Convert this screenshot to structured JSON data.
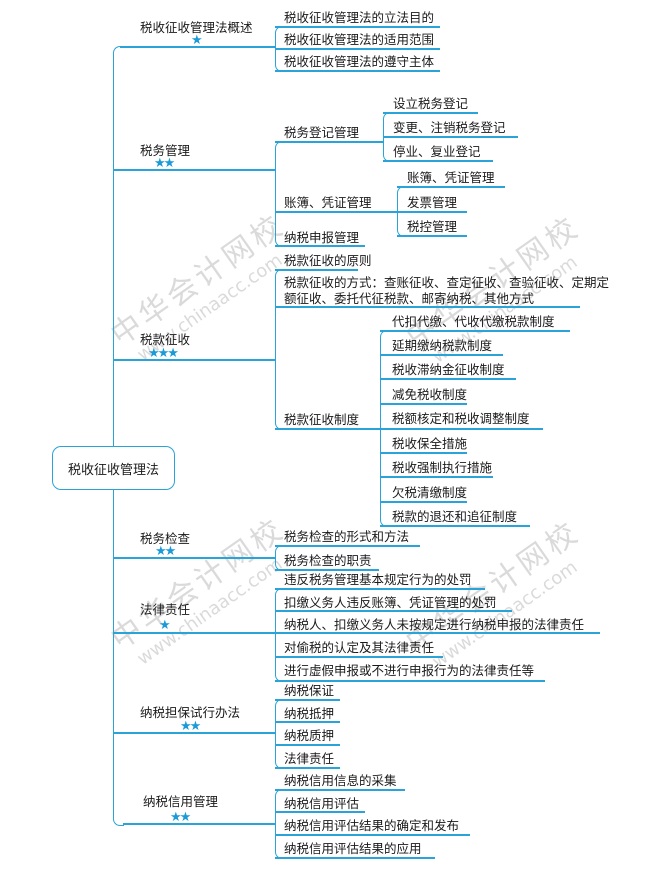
{
  "root": "税收征收管理法",
  "colors": {
    "line": "#2aa4d8",
    "star": "#1a9ad6"
  },
  "watermark": {
    "cn": "中华会计网校",
    "url": "www.chinaacc.com"
  },
  "branches": [
    {
      "label": "税收征收管理法概述",
      "stars": "★",
      "children": [
        "税收征收管理法的立法目的",
        "税收征收管理法的适用范围",
        "税收征收管理法的遵守主体"
      ]
    },
    {
      "label": "税务管理",
      "stars": "★★",
      "children": [
        {
          "label": "税务登记管理",
          "children": [
            "设立税务登记",
            "变更、注销税务登记",
            "停业、复业登记"
          ]
        },
        {
          "label": "账簿、凭证管理",
          "children": [
            "账簿、凭证管理",
            "发票管理",
            "税控管理"
          ]
        },
        {
          "label": "纳税申报管理"
        }
      ]
    },
    {
      "label": "税款征收",
      "stars": "★★★",
      "children": [
        {
          "label": "税款征收的原则"
        },
        {
          "label": "税款征收的方式：查账征收、查定征收、查验征收、定期定",
          "label2": "额征收、委托代征税款、邮寄纳税、其他方式"
        },
        {
          "label": "税款征收制度",
          "children": [
            "代扣代缴、代收代缴税款制度",
            "延期缴纳税款制度",
            "税收滞纳金征收制度",
            "减免税收制度",
            "税额核定和税收调整制度",
            "税收保全措施",
            "税收强制执行措施",
            "欠税清缴制度",
            "税款的退还和追征制度"
          ]
        }
      ]
    },
    {
      "label": "税务检查",
      "stars": "★★",
      "children": [
        "税务检查的形式和方法",
        "税务检查的职责"
      ]
    },
    {
      "label": "法律责任",
      "stars": "★",
      "children": [
        "违反税务管理基本规定行为的处罚",
        "扣缴义务人违反账簿、凭证管理的处罚",
        "纳税人、扣缴义务人未按规定进行纳税申报的法律责任",
        "对偷税的认定及其法律责任",
        "进行虚假申报或不进行申报行为的法律责任等"
      ]
    },
    {
      "label": "纳税担保试行办法",
      "stars": "★★",
      "children": [
        "纳税保证",
        "纳税抵押",
        "纳税质押",
        "法律责任"
      ]
    },
    {
      "label": "纳税信用管理",
      "stars": "★★",
      "children": [
        "纳税信用信息的采集",
        "纳税信用评估",
        "纳税信用评估结果的确定和发布",
        "纳税信用评估结果的应用"
      ]
    }
  ]
}
